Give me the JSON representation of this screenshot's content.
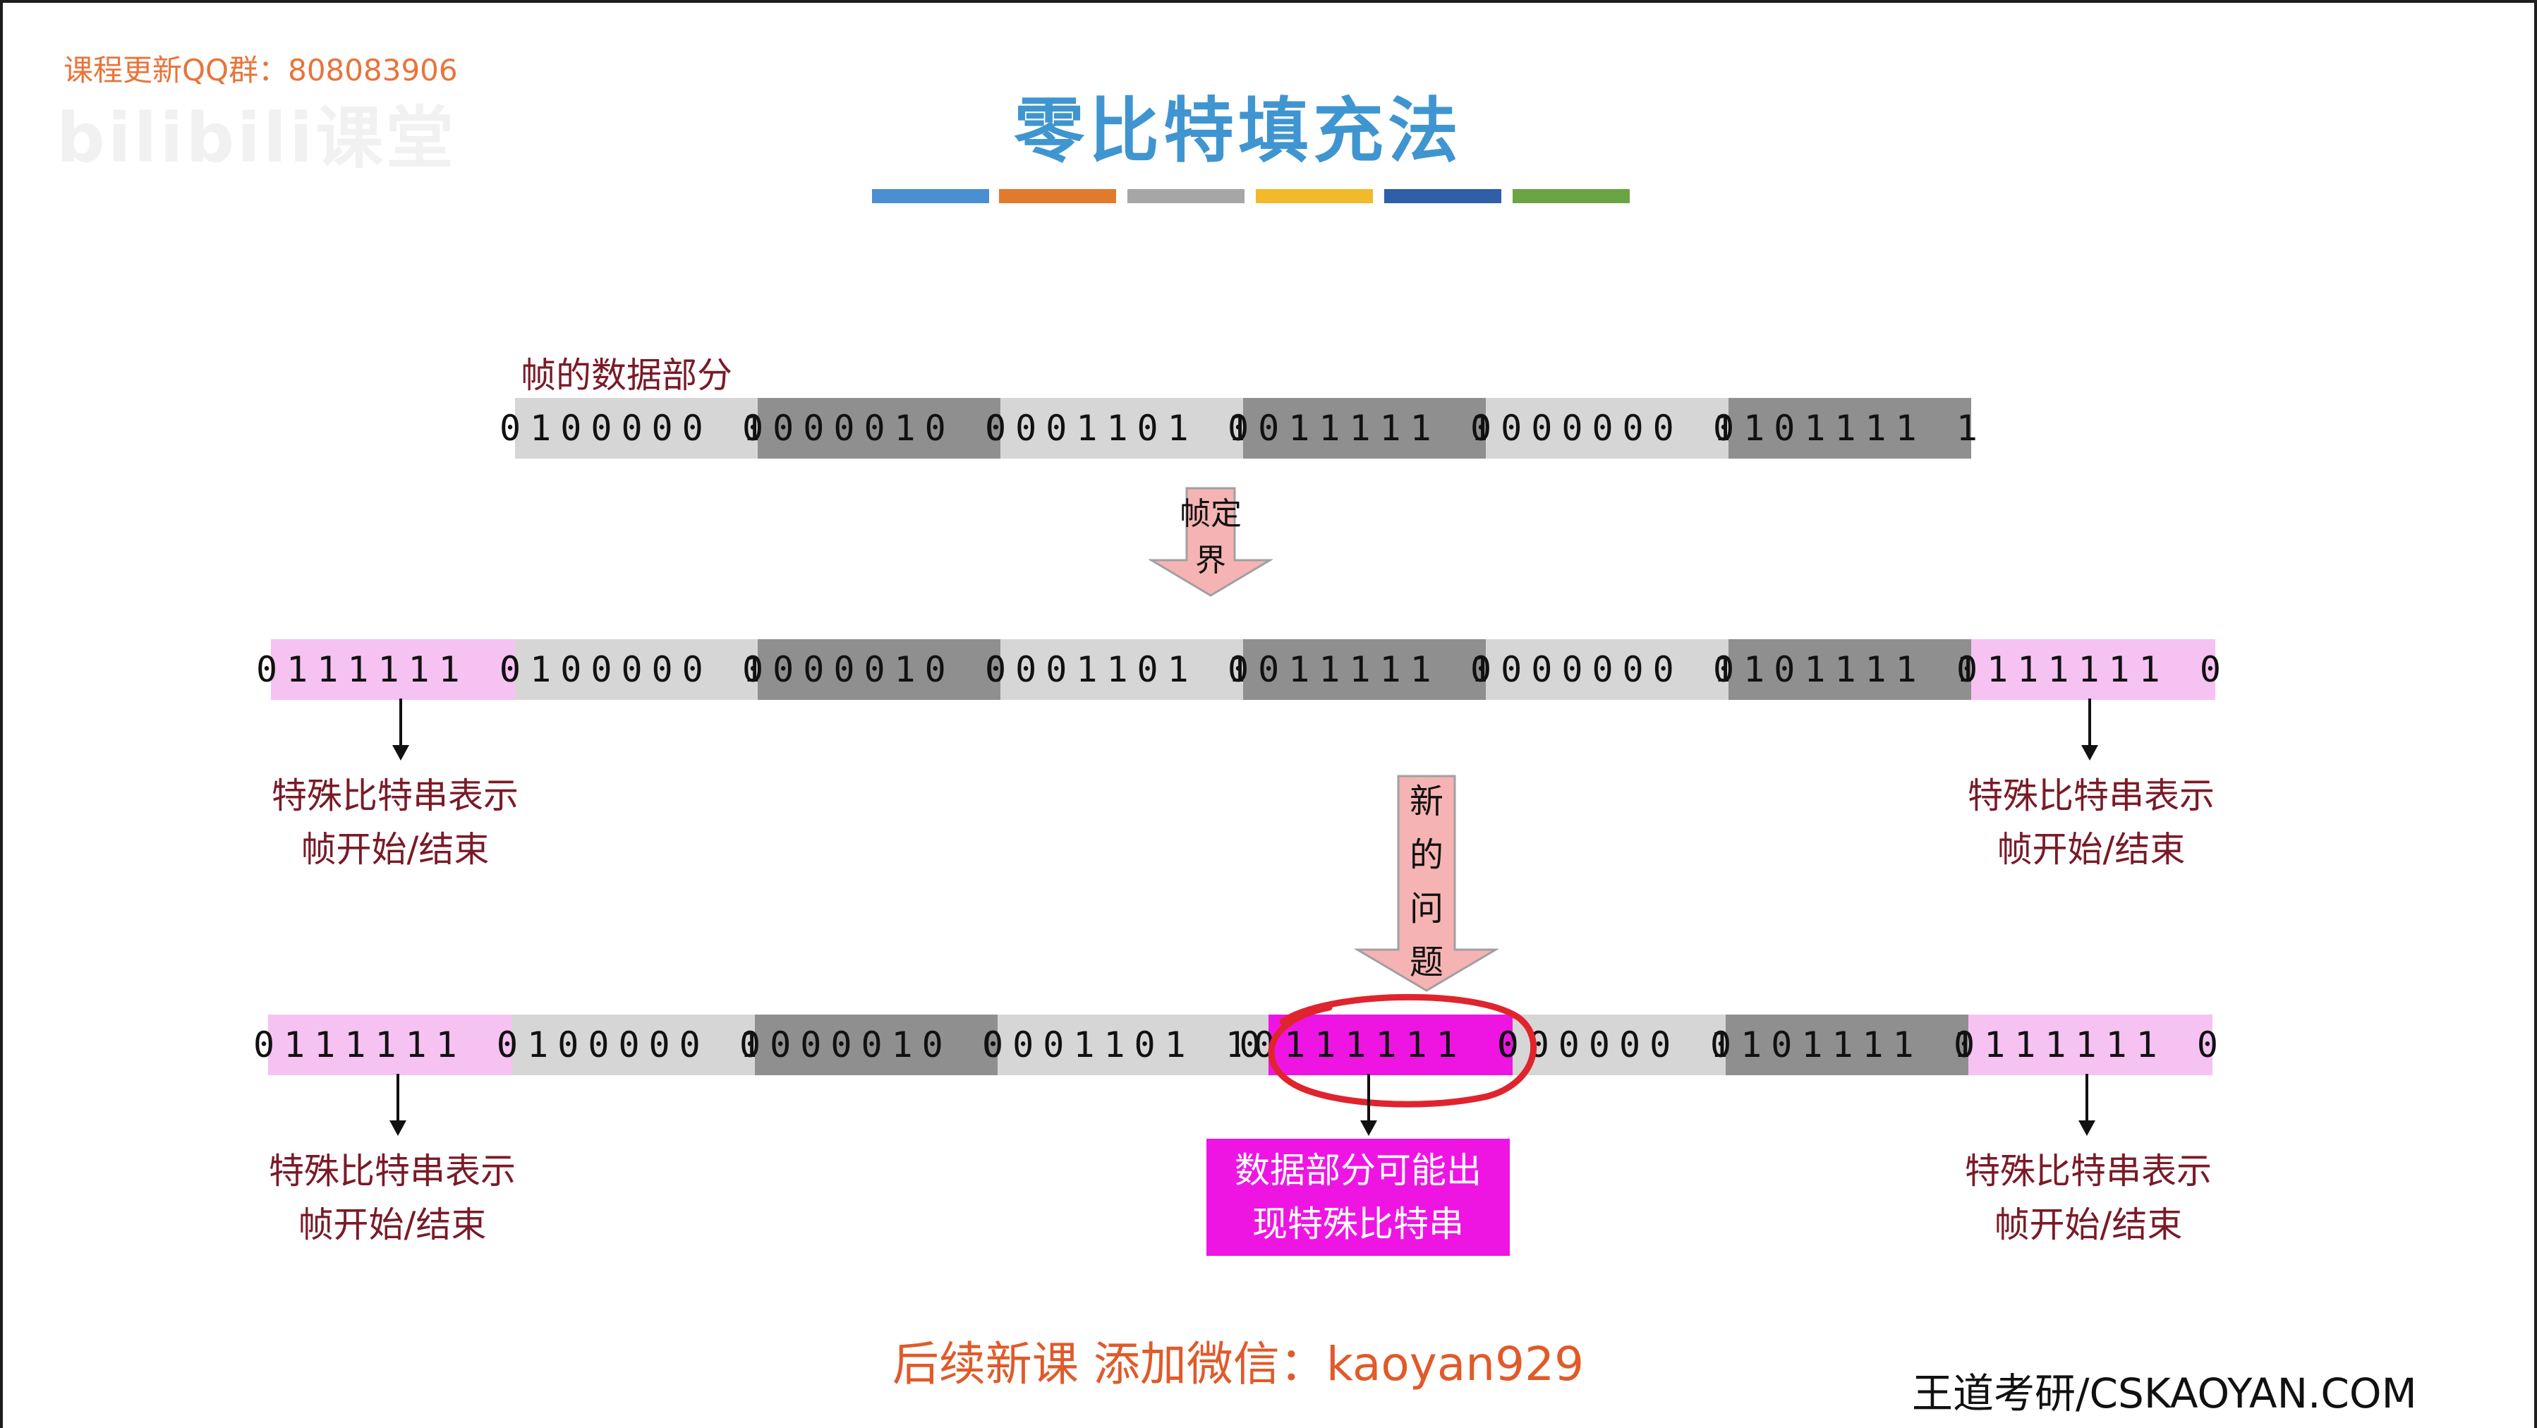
{
  "header": {
    "qq_note": "课程更新QQ群：808083906",
    "logo_text": "bilibili课堂",
    "title": "零比特填充法"
  },
  "palette": [
    "#4a8fd1",
    "#e07b2e",
    "#a6a6a6",
    "#f2b92a",
    "#2e5fa8",
    "#6aa443"
  ],
  "data_label": "帧的数据部分",
  "row1": [
    "0100000 1",
    "0000010 0",
    "0001101 1",
    "0011111 1",
    "0000000 1",
    "0101111 1"
  ],
  "arrow1_label": "帧定界",
  "row2": {
    "flag_left": "0111111 0",
    "segments": [
      "0100000 1",
      "0000010 0",
      "0001101 1",
      "0011111 1",
      "0000000 1",
      "0101111 1"
    ],
    "flag_right": "0111111 0"
  },
  "flag_note_line1": "特殊比特串表示",
  "flag_note_line2": "帧开始/结束",
  "arrow2_label": [
    "新",
    "的",
    "问",
    "题"
  ],
  "row3": {
    "flag_left": "0111111 0",
    "segments": [
      "0100000 1",
      "0000010 0",
      "0001101 1",
      "0",
      "0111111 0",
      "000000 1",
      "0101111 1"
    ],
    "flag_right": "0111111 0"
  },
  "problem_box": [
    "数据部分可能出",
    "现特殊比特串"
  ],
  "footer": {
    "promo": "后续新课 添加微信：kaoyan929",
    "brand": "王道考研/CSKAOYAN.COM"
  }
}
